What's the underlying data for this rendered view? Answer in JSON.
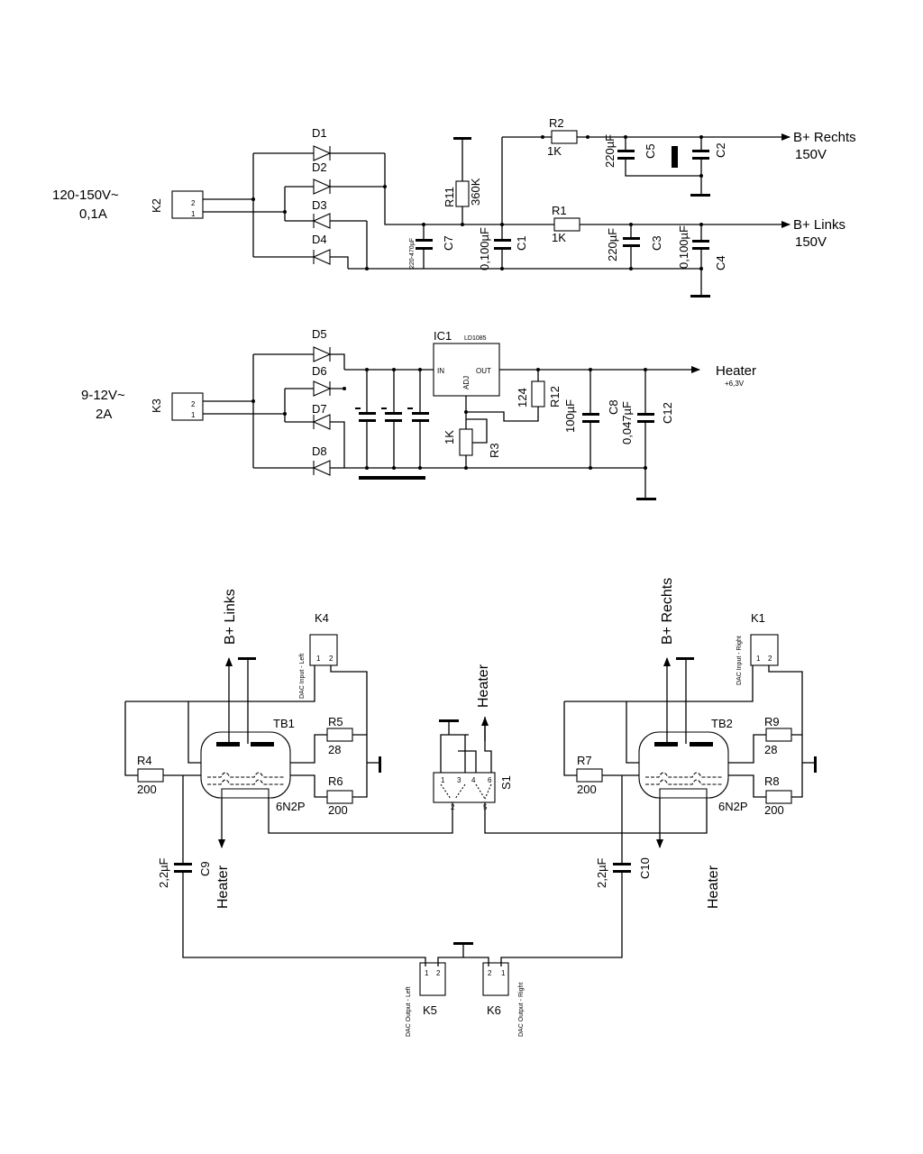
{
  "psu_hv": {
    "input_voltage": "120-150V~",
    "input_current": "0,1A",
    "connector": "K2",
    "diodes": [
      "D1",
      "D2",
      "D3",
      "D4"
    ],
    "c7": {
      "ref": "C7",
      "value": "220-470µF"
    },
    "r11": {
      "ref": "R11",
      "value": "360K"
    },
    "c1": {
      "ref": "C1",
      "value": "0,100µF"
    },
    "r2": {
      "ref": "R2",
      "value": "1K"
    },
    "r1": {
      "ref": "R1",
      "value": "1K"
    },
    "c5": {
      "ref": "C5",
      "value": "220µF"
    },
    "c2": {
      "ref": "C2"
    },
    "c3": {
      "ref": "C3",
      "value": "220µF"
    },
    "c4": {
      "ref": "C4",
      "value": "0,100µF"
    },
    "out_right": "B+ Rechts",
    "out_right_v": "150V",
    "out_left": "B+ Links",
    "out_left_v": "150V"
  },
  "psu_heater": {
    "input_voltage": "9-12V~",
    "input_current": "2A",
    "connector": "K3",
    "diodes": [
      "D5",
      "D6",
      "D7",
      "D8"
    ],
    "ic": {
      "ref": "IC1",
      "part": "LD1085",
      "in": "IN",
      "out": "OUT",
      "adj": "ADJ"
    },
    "r12": {
      "ref": "R12",
      "value": "124"
    },
    "r3": {
      "ref": "R3",
      "value": "1K"
    },
    "c8": {
      "ref": "C8",
      "value": "100µF"
    },
    "c12": {
      "ref": "C12",
      "value": "0,047µF"
    },
    "out": "Heater",
    "out_v": "+6,3V"
  },
  "amp": {
    "left": {
      "supply": "B+ Links",
      "input": "K4",
      "input_label": "DAC Input - Left",
      "tube": "TB1",
      "tube_type": "6N2P",
      "r4": {
        "ref": "R4",
        "value": "200"
      },
      "r5": {
        "ref": "R5",
        "value": "28"
      },
      "r6": {
        "ref": "R6",
        "value": "200"
      },
      "cap": {
        "ref": "C9",
        "value": "2,2µF"
      },
      "heater": "Heater"
    },
    "right": {
      "supply": "B+ Rechts",
      "input": "K1",
      "input_label": "DAC Input - Right",
      "tube": "TB2",
      "tube_type": "6N2P",
      "r7": {
        "ref": "R7",
        "value": "200"
      },
      "r9": {
        "ref": "R9",
        "value": "28"
      },
      "r8": {
        "ref": "R8",
        "value": "200"
      },
      "cap": {
        "ref": "C10",
        "value": "2,2µF"
      },
      "heater": "Heater"
    },
    "switch": {
      "ref": "S1",
      "heater": "Heater"
    },
    "out_left": {
      "ref": "K5",
      "label": "DAC Output - Left"
    },
    "out_right": {
      "ref": "K6",
      "label": "DAC Output - Right"
    }
  }
}
